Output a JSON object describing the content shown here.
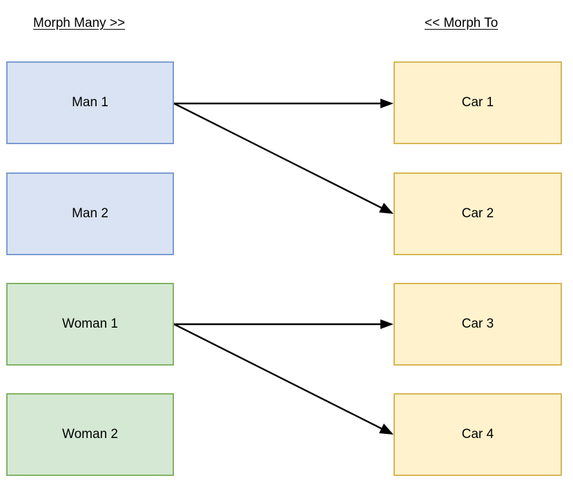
{
  "headers": {
    "left": "Morph Many >>",
    "right": "<< Morph To"
  },
  "colors": {
    "blue_fill": "#dae3f3",
    "blue_border": "#7b9bd0",
    "green_fill": "#d5e8d4",
    "green_border": "#82b366",
    "yellow_fill": "#fff2cc",
    "yellow_border": "#d6b656",
    "edge": "#000000",
    "background": "#ffffff"
  },
  "nodes": {
    "man1": "Man 1",
    "man2": "Man 2",
    "woman1": "Woman 1",
    "woman2": "Woman 2",
    "car1": "Car 1",
    "car2": "Car 2",
    "car3": "Car 3",
    "car4": "Car 4"
  },
  "edges": [
    {
      "from": "Man 1",
      "to": "Car 1"
    },
    {
      "from": "Man 1",
      "to": "Car 2"
    },
    {
      "from": "Woman 1",
      "to": "Car 3"
    },
    {
      "from": "Woman 1",
      "to": "Car 4"
    }
  ]
}
